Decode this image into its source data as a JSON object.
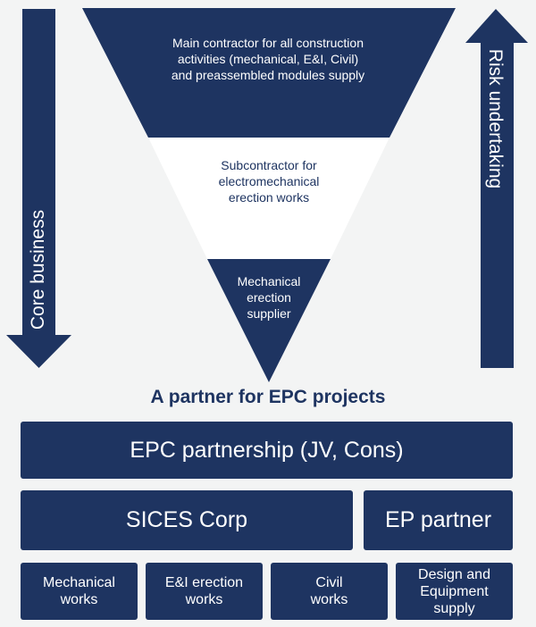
{
  "colors": {
    "navy": "#1e3461",
    "background": "#f3f4f4",
    "white": "#ffffff"
  },
  "funnel": {
    "top_tier": [
      "Main contractor for all construction",
      "activities (mechanical, E&I, Civil)",
      "and preassembled modules supply"
    ],
    "middle_tier": [
      "Subcontractor for",
      "electromechanical",
      "erection works"
    ],
    "bottom_tier": [
      "Mechanical",
      "erection",
      "supplier"
    ]
  },
  "arrows": {
    "left_label": "Core business",
    "left_direction": "down",
    "right_label": "Risk undertaking",
    "right_direction": "up"
  },
  "subtitle": "A partner for EPC projects",
  "boxes": {
    "epc_partnership": "EPC partnership (JV, Cons)",
    "sices_corp": "SICES Corp",
    "ep_partner": "EP partner",
    "mechanical": [
      "Mechanical",
      "works"
    ],
    "ei_erection": [
      "E&I erection",
      "works"
    ],
    "civil": [
      "Civil",
      "works"
    ],
    "design_equipment": [
      "Design and",
      "Equipment",
      "supply"
    ]
  }
}
